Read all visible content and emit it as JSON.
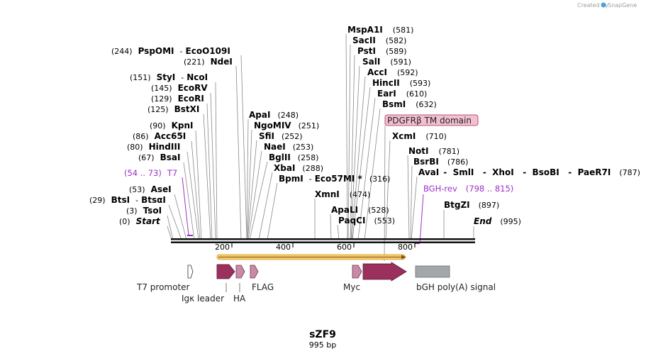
{
  "credit": {
    "text": "Created by",
    "brand": "SnapGene"
  },
  "title": {
    "name": "sZF9",
    "length": "995 bp"
  },
  "ruler": {
    "ticks": [
      "200",
      "400",
      "600",
      "800"
    ]
  },
  "sites": [
    {
      "pos": "(244)",
      "name": "PspOMI",
      "sep": "-",
      "name2": "EcoO109I"
    },
    {
      "pos": "(221)",
      "name": "NdeI"
    },
    {
      "pos": "(151)",
      "name": "StyI",
      "sep": "-",
      "name2": "NcoI"
    },
    {
      "pos": "(145)",
      "name": "EcoRV"
    },
    {
      "pos": "(129)",
      "name": "EcoRI"
    },
    {
      "pos": "(125)",
      "name": "BstXI"
    },
    {
      "pos": "(90)",
      "name": "KpnI"
    },
    {
      "pos": "(86)",
      "name": "Acc65I"
    },
    {
      "pos": "(80)",
      "name": "HindIII"
    },
    {
      "pos": "(67)",
      "name": "BsaI"
    },
    {
      "pos": "(53)",
      "name": "AseI"
    },
    {
      "pos": "(29)",
      "name": "BtsI",
      "sep": "-",
      "name2": "BtsαI"
    },
    {
      "pos": "(3)",
      "name": "TsoI"
    },
    {
      "pos": "(0)",
      "name": "Start"
    },
    {
      "name": "MspA1I",
      "pos": "(581)"
    },
    {
      "name": "SacII",
      "pos": "(582)"
    },
    {
      "name": "PstI",
      "pos": "(589)"
    },
    {
      "name": "SalI",
      "pos": "(591)"
    },
    {
      "name": "AccI",
      "pos": "(592)"
    },
    {
      "name": "HincII",
      "pos": "(593)"
    },
    {
      "name": "EarI",
      "pos": "(610)"
    },
    {
      "name": "BsmI",
      "pos": "(632)"
    },
    {
      "name": "ApaI",
      "pos": "(248)"
    },
    {
      "name": "NgoMIV",
      "pos": "(251)"
    },
    {
      "name": "SfiI",
      "pos": "(252)"
    },
    {
      "name": "NaeI",
      "pos": "(253)"
    },
    {
      "name": "BglII",
      "pos": "(258)"
    },
    {
      "name": "XbaI",
      "pos": "(288)"
    },
    {
      "name": "BpmI",
      "sep": "-",
      "name2": "Eco57MI *",
      "pos": "(316)"
    },
    {
      "name": "XmnI",
      "pos": "(474)"
    },
    {
      "name": "ApaLI",
      "pos": "(528)"
    },
    {
      "name": "PaqCI",
      "pos": "(553)"
    },
    {
      "name": "XcmI",
      "pos": "(710)"
    },
    {
      "name": "NotI",
      "pos": "(781)"
    },
    {
      "name": "BsrBI",
      "pos": "(786)"
    },
    {
      "name": "AvaI",
      "rest": "-  SmlI   -  XhoI   -  BsoBI   -  PaeR7I",
      "pos": "(787)"
    },
    {
      "name": "BtgZI",
      "pos": "(897)"
    },
    {
      "name": "End",
      "pos": "(995)"
    }
  ],
  "primers": [
    {
      "range": "(54 .. 73)",
      "name": "T7"
    },
    {
      "name": "BGH-rev",
      "range": "(798 .. 815)"
    }
  ],
  "domain_label": "PDGFRβ TM domain",
  "features": [
    {
      "label": "T7 promoter"
    },
    {
      "label": "Igκ leader"
    },
    {
      "label": "HA"
    },
    {
      "label": "FLAG"
    },
    {
      "label": "Myc"
    },
    {
      "label": "bGH poly(A) signal"
    }
  ],
  "colors": {
    "feature_fill": "#9b2f5e",
    "feature_light": "#c98aa5",
    "domain_fill": "#f4c0d0",
    "orf_fill": "#f7c96a",
    "polyA_fill": "#a3a7ab",
    "primer_color": "#9b30c8"
  }
}
